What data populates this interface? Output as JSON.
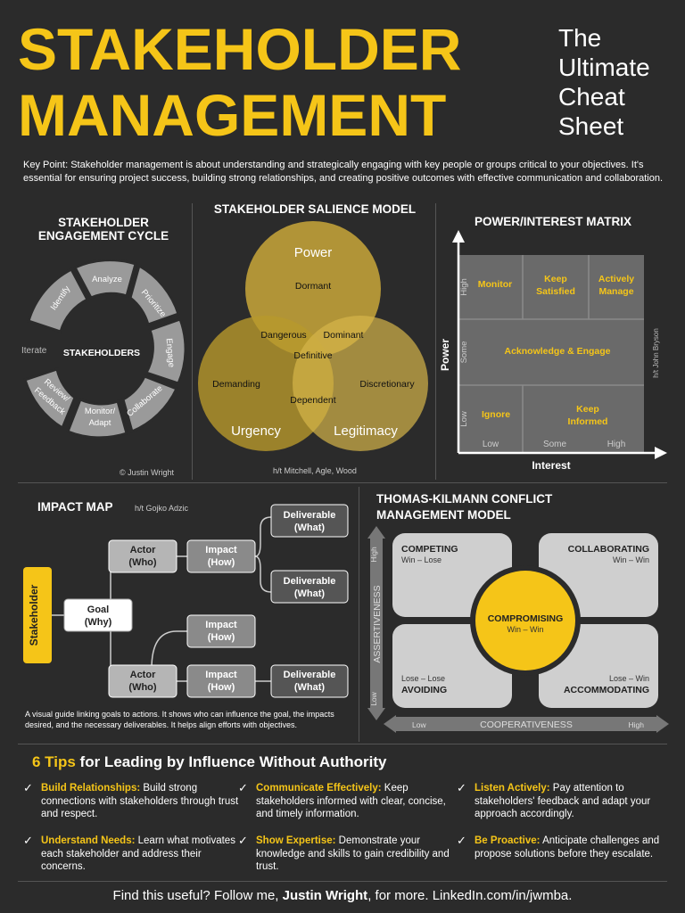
{
  "header": {
    "title_line1": "STAKEHOLDER",
    "title_line2": "MANAGEMENT",
    "subtitle_lines": [
      "The",
      "Ultimate",
      "Cheat",
      "Sheet"
    ],
    "key_point": "Key Point: Stakeholder management is about understanding and strategically engaging with key people or groups critical to your objectives. It's essential for ensuring project success, building strong relationships, and creating positive outcomes with effective communication and collaboration."
  },
  "engagement_cycle": {
    "title_line1": "STAKEHOLDER",
    "title_line2": "ENGAGEMENT CYCLE",
    "center": "STAKEHOLDERS",
    "segments": [
      "Identify",
      "Analyze",
      "Prioritize",
      "Engage",
      "Collaborate",
      "Monitor/",
      "Adapt",
      "Review/",
      "Feedback"
    ],
    "iterate_label": "Iterate",
    "credit": "© Justin Wright"
  },
  "salience": {
    "title": "STAKEHOLDER SALIENCE MODEL",
    "circles": [
      "Power",
      "Urgency",
      "Legitimacy"
    ],
    "regions": {
      "dormant": "Dormant",
      "dangerous": "Dangerous",
      "dominant": "Dominant",
      "definitive": "Definitive",
      "demanding": "Demanding",
      "dependent": "Dependent",
      "discretionary": "Discretionary"
    },
    "credit": "h/t Mitchell, Agle, Wood",
    "colors": {
      "power": "#c9a73a",
      "urgency": "#b8982c",
      "legitimacy": "#d6b54a"
    }
  },
  "power_interest": {
    "title": "POWER/INTEREST MATRIX",
    "y_axis": "Power",
    "x_axis": "Interest",
    "y_ticks": [
      "High",
      "Some",
      "Low"
    ],
    "x_ticks": [
      "Low",
      "Some",
      "High"
    ],
    "cells": {
      "monitor": "Monitor",
      "keep_satisfied_1": "Keep",
      "keep_satisfied_2": "Satisfied",
      "actively_manage_1": "Actively",
      "actively_manage_2": "Manage",
      "ack_engage": "Acknowledge & Engage",
      "ignore": "Ignore",
      "keep_informed_1": "Keep",
      "keep_informed_2": "Informed"
    },
    "credit": "h/t John Bryson"
  },
  "impact_map": {
    "title": "IMPACT MAP",
    "credit": "h/t Gojko Adzic",
    "stakeholder": "Stakeholder",
    "goal": [
      "Goal",
      "(Why)"
    ],
    "actor": [
      "Actor",
      "(Who)"
    ],
    "impact": [
      "Impact",
      "(How)"
    ],
    "deliverable": [
      "Deliverable",
      "(What)"
    ],
    "description": "A visual guide linking goals to actions. It shows who can influence the goal, the impacts desired, and the necessary deliverables. It helps align efforts with objectives."
  },
  "conflict_model": {
    "title_line1": "THOMAS-KILMANN CONFLICT",
    "title_line2": "MANAGEMENT MODEL",
    "competing": "COMPETING",
    "competing_sub": "Win – Lose",
    "collaborating": "COLLABORATING",
    "collaborating_sub": "Win – Win",
    "compromising": "COMPROMISING",
    "compromising_sub": "Win – Win",
    "avoiding": "AVOIDING",
    "avoiding_sub": "Lose – Lose",
    "accommodating": "ACCOMMODATING",
    "accommodating_sub": "Lose – Win",
    "y_axis": "ASSERTIVENESS",
    "y_high": "High",
    "y_low": "Low",
    "x_axis": "COOPERATIVENESS",
    "x_low": "Low",
    "x_high": "High"
  },
  "tips": {
    "title_highlight": "6 Tips",
    "title_rest": " for Leading by Influence Without Authority",
    "items": [
      {
        "head": "Build Relationships:",
        "body": " Build strong connections with stakeholders through trust and respect."
      },
      {
        "head": "Communicate Effectively:",
        "body": " Keep stakeholders informed with clear, concise, and timely information."
      },
      {
        "head": "Listen Actively:",
        "body": " Pay attention to stakeholders' feedback and adapt your approach accordingly."
      },
      {
        "head": "Understand Needs:",
        "body": " Learn what motivates each stakeholder and address their concerns."
      },
      {
        "head": "Show Expertise:",
        "body": " Demonstrate your knowledge and skills to gain credibility and trust."
      },
      {
        "head": "Be Proactive:",
        "body": " Anticipate challenges and propose solutions before they escalate."
      }
    ],
    "check": "✓"
  },
  "footer": {
    "pre": "Find this useful? Follow me, ",
    "name": "Justin Wright",
    "post": ", for more. LinkedIn.com/in/jwmba."
  }
}
